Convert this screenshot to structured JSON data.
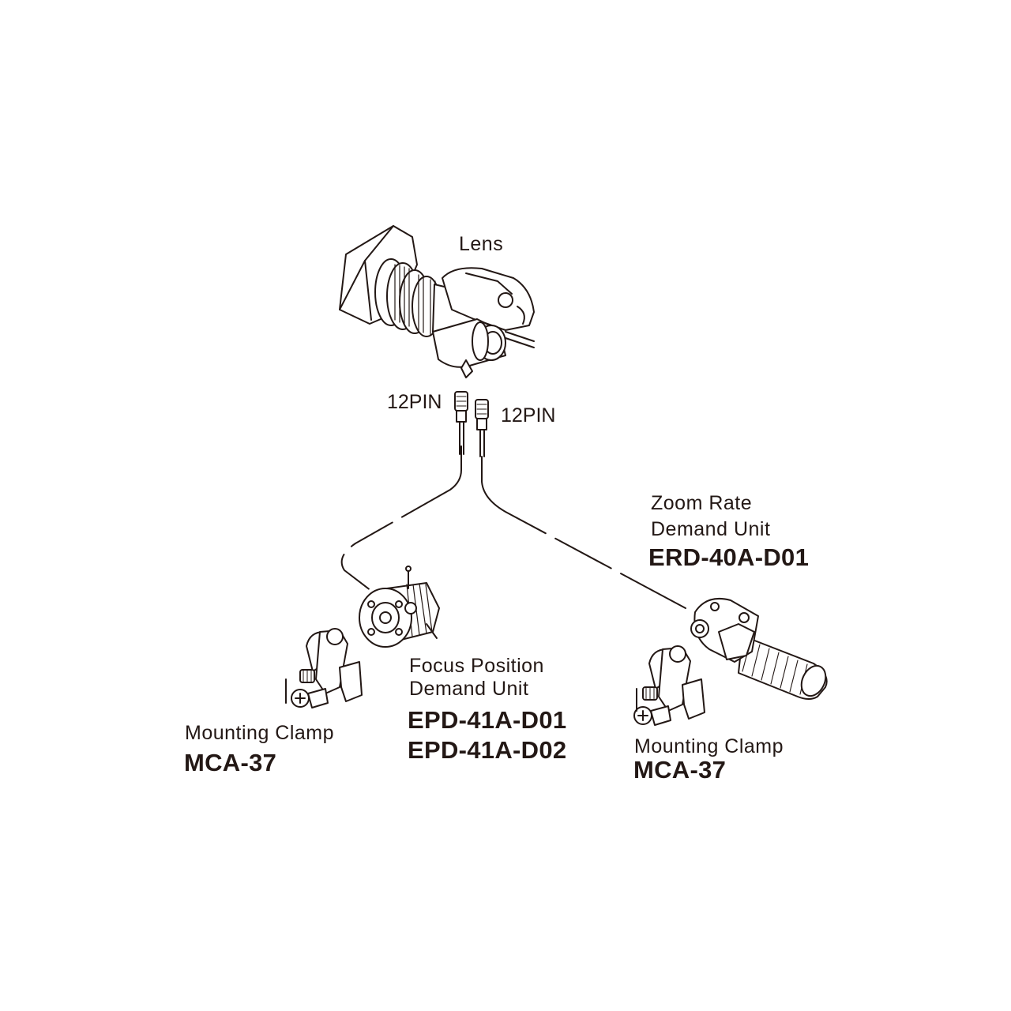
{
  "colors": {
    "ink": "#231815",
    "background": "#ffffff"
  },
  "lens": {
    "label": "Lens"
  },
  "connectors": [
    {
      "label": "12PIN"
    },
    {
      "label": "12PIN"
    }
  ],
  "zoom_unit": {
    "line1": "Zoom Rate",
    "line2": "Demand Unit",
    "model": "ERD-40A-D01"
  },
  "focus_unit": {
    "line1": "Focus Position",
    "line2": "Demand Unit",
    "model1": "EPD-41A-D01",
    "model2": "EPD-41A-D02"
  },
  "clamp_left": {
    "label": "Mounting Clamp",
    "model": "MCA-37"
  },
  "clamp_right": {
    "label": "Mounting Clamp",
    "model": "MCA-37"
  }
}
